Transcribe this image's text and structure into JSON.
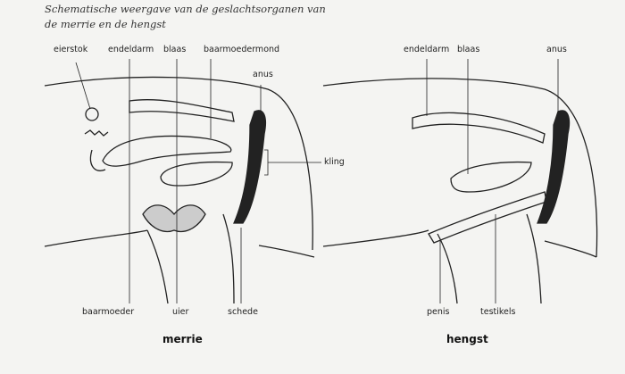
{
  "caption": "Schematische weergave van de geslachtsorganen van de merrie en de hengst",
  "merrie": {
    "title": "merrie",
    "labels": {
      "eierstok": "eierstok",
      "endeldarm": "endeldarm",
      "blaas": "blaas",
      "baarmoedermond": "baarmoedermond",
      "anus": "anus",
      "kling": "kling",
      "baarmoeder": "baarmoeder",
      "uier": "uier",
      "schede": "schede"
    }
  },
  "hengst": {
    "title": "hengst",
    "labels": {
      "endeldarm": "endeldarm",
      "blaas": "blaas",
      "anus": "anus",
      "penis": "penis",
      "testikels": "testikels"
    }
  }
}
